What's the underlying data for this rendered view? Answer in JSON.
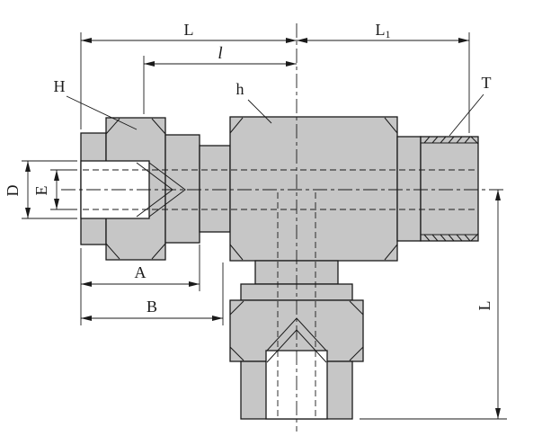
{
  "diagram": {
    "kind": "technical-drawing-tee-tube-fitting-section",
    "labels": {
      "overall_left": "L",
      "overall_right_base": "L",
      "overall_right_sub": "1",
      "intermediate": "l",
      "nut_hex": "H",
      "body_hex": "h",
      "thread": "T",
      "tube_od": "D",
      "bore": "E",
      "dim_a": "A",
      "dim_b": "B",
      "drop_length": "L"
    },
    "colors": {
      "metal_fill": "#c6c6c6",
      "tube_fill": "#ffffff",
      "line": "#1a1a1a",
      "background": "#ffffff"
    }
  }
}
